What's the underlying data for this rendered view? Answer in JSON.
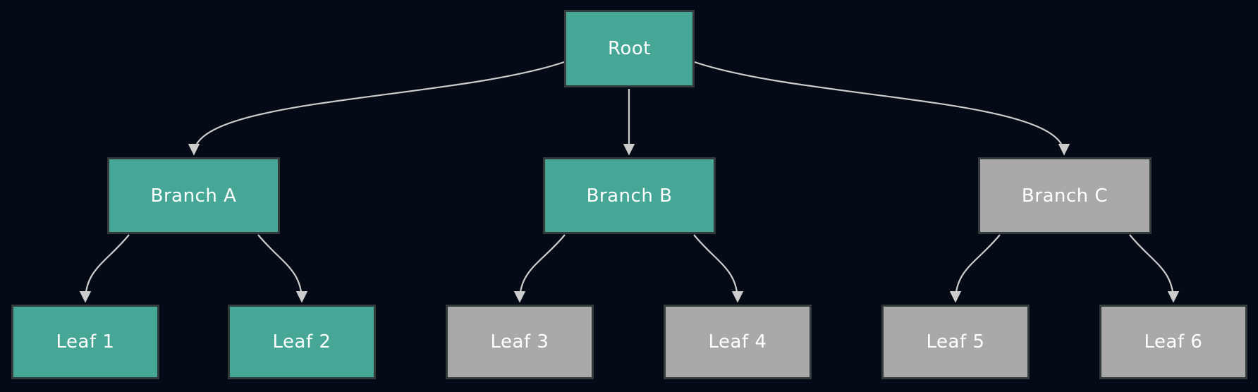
{
  "diagram": {
    "type": "tree",
    "background_color": "#050b16",
    "node_border_color": "#333a3b",
    "edge_color": "#cccccc",
    "arrowhead_color": "#cccccc",
    "label_color": "#ffffff",
    "colors": {
      "teal": "#46a797",
      "gray": "#a9a9a9"
    },
    "nodes": [
      {
        "id": "root",
        "label": "Root",
        "variant": "teal",
        "level": 0
      },
      {
        "id": "branch-a",
        "label": "Branch A",
        "variant": "teal",
        "level": 1
      },
      {
        "id": "branch-b",
        "label": "Branch B",
        "variant": "teal",
        "level": 1
      },
      {
        "id": "branch-c",
        "label": "Branch C",
        "variant": "gray",
        "level": 1
      },
      {
        "id": "leaf-1",
        "label": "Leaf 1",
        "variant": "teal",
        "level": 2
      },
      {
        "id": "leaf-2",
        "label": "Leaf 2",
        "variant": "teal",
        "level": 2
      },
      {
        "id": "leaf-3",
        "label": "Leaf 3",
        "variant": "gray",
        "level": 2
      },
      {
        "id": "leaf-4",
        "label": "Leaf 4",
        "variant": "gray",
        "level": 2
      },
      {
        "id": "leaf-5",
        "label": "Leaf 5",
        "variant": "gray",
        "level": 2
      },
      {
        "id": "leaf-6",
        "label": "Leaf 6",
        "variant": "gray",
        "level": 2
      }
    ],
    "edges": [
      {
        "from": "root",
        "to": "branch-a"
      },
      {
        "from": "root",
        "to": "branch-b"
      },
      {
        "from": "root",
        "to": "branch-c"
      },
      {
        "from": "branch-a",
        "to": "leaf-1"
      },
      {
        "from": "branch-a",
        "to": "leaf-2"
      },
      {
        "from": "branch-b",
        "to": "leaf-3"
      },
      {
        "from": "branch-b",
        "to": "leaf-4"
      },
      {
        "from": "branch-c",
        "to": "leaf-5"
      },
      {
        "from": "branch-c",
        "to": "leaf-6"
      }
    ]
  }
}
